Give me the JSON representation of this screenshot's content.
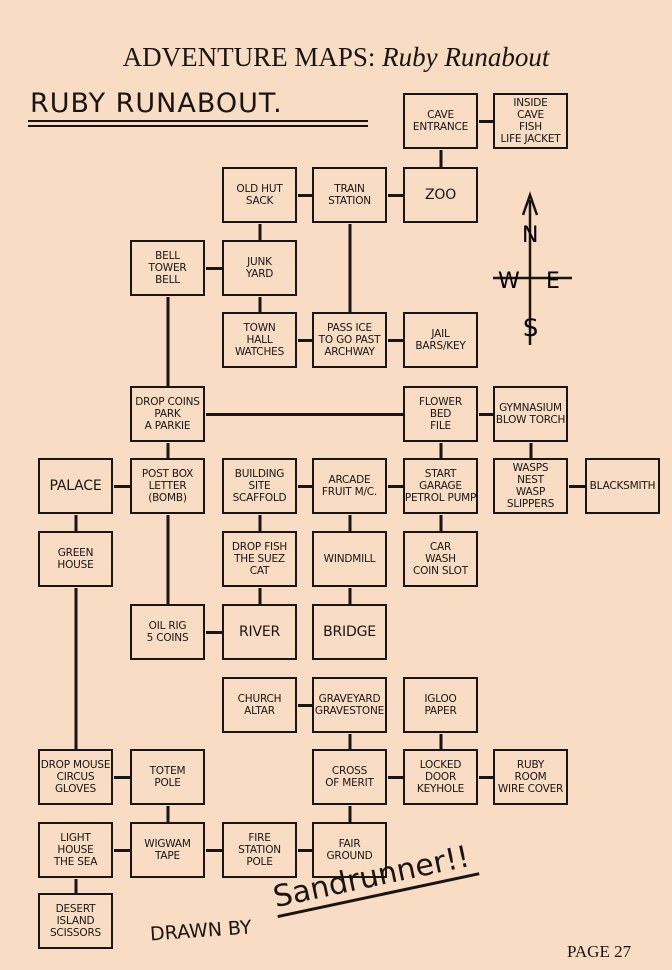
{
  "header": {
    "prefix": "ADVENTURE MAPS: ",
    "title": "Ruby Runabout"
  },
  "map_title": "RUBY  RUNABOUT.",
  "compass": {
    "n": "N",
    "s": "S",
    "e": "E",
    "w": "W"
  },
  "boxes": [
    {
      "id": "cave-entrance",
      "lines": [
        "Cave",
        "Entrance"
      ]
    },
    {
      "id": "inside-cave",
      "lines": [
        "Inside",
        "Cave",
        "Fish",
        "Life Jacket"
      ]
    },
    {
      "id": "old-hut",
      "lines": [
        "Old Hut",
        "Sack"
      ]
    },
    {
      "id": "train-station",
      "lines": [
        "Train",
        "Station"
      ]
    },
    {
      "id": "zoo",
      "lines": [
        "Zoo"
      ],
      "big": true
    },
    {
      "id": "bell-tower",
      "lines": [
        "Bell",
        "Tower",
        "Bell"
      ]
    },
    {
      "id": "junk-yard",
      "lines": [
        "Junk",
        "Yard"
      ]
    },
    {
      "id": "town-hall",
      "lines": [
        "Town",
        "Hall",
        "Watches"
      ]
    },
    {
      "id": "archway",
      "lines": [
        "Pass Ice",
        "To Go Past",
        "Archway"
      ]
    },
    {
      "id": "jail",
      "lines": [
        "Jail",
        "Bars/Key"
      ]
    },
    {
      "id": "park",
      "lines": [
        "Drop Coins",
        "Park",
        "A Parkie"
      ]
    },
    {
      "id": "flower-bed",
      "lines": [
        "Flower",
        "Bed",
        "File"
      ]
    },
    {
      "id": "gymnasium",
      "lines": [
        "Gymnasium",
        "Blow Torch"
      ]
    },
    {
      "id": "palace",
      "lines": [
        "Palace"
      ],
      "big": true
    },
    {
      "id": "post-box",
      "lines": [
        "Post Box",
        "Letter",
        "(Bomb)"
      ]
    },
    {
      "id": "building-site",
      "lines": [
        "Building",
        "Site",
        "Scaffold"
      ]
    },
    {
      "id": "arcade",
      "lines": [
        "Arcade",
        "Fruit M/C."
      ]
    },
    {
      "id": "garage",
      "lines": [
        "Start",
        "Garage",
        "Petrol Pump"
      ]
    },
    {
      "id": "wasps-nest",
      "lines": [
        "Wasps",
        "Nest",
        "Wasp",
        "Slippers"
      ]
    },
    {
      "id": "blacksmith",
      "lines": [
        "Blacksmith"
      ]
    },
    {
      "id": "green-house",
      "lines": [
        "Green",
        "House"
      ]
    },
    {
      "id": "suez",
      "lines": [
        "Drop Fish",
        "The Suez",
        "Cat"
      ]
    },
    {
      "id": "windmill",
      "lines": [
        "Windmill"
      ]
    },
    {
      "id": "car-wash",
      "lines": [
        "Car",
        "Wash",
        "Coin Slot"
      ]
    },
    {
      "id": "oil-rig",
      "lines": [
        "Oil Rig",
        "5 Coins"
      ]
    },
    {
      "id": "river",
      "lines": [
        "River"
      ],
      "big": true
    },
    {
      "id": "bridge",
      "lines": [
        "Bridge"
      ],
      "big": true
    },
    {
      "id": "church",
      "lines": [
        "Church",
        "Altar"
      ]
    },
    {
      "id": "graveyard",
      "lines": [
        "Graveyard",
        "Gravestone"
      ]
    },
    {
      "id": "igloo",
      "lines": [
        "Igloo",
        "Paper"
      ]
    },
    {
      "id": "circus",
      "lines": [
        "Drop Mouse",
        "Circus",
        "Gloves"
      ]
    },
    {
      "id": "totem-pole",
      "lines": [
        "Totem",
        "Pole"
      ]
    },
    {
      "id": "cross-of-merit",
      "lines": [
        "Cross",
        "Of Merit"
      ]
    },
    {
      "id": "locked-door",
      "lines": [
        "Locked",
        "Door",
        "Keyhole"
      ]
    },
    {
      "id": "ruby-room",
      "lines": [
        "Ruby",
        "Room",
        "Wire Cover"
      ]
    },
    {
      "id": "light-house",
      "lines": [
        "Light",
        "House",
        "The Sea"
      ]
    },
    {
      "id": "wigwam",
      "lines": [
        "Wigwam",
        "Tape"
      ]
    },
    {
      "id": "fire-station",
      "lines": [
        "Fire",
        "Station",
        "Pole"
      ]
    },
    {
      "id": "fair-ground",
      "lines": [
        "Fair",
        "Ground"
      ]
    },
    {
      "id": "desert-island",
      "lines": [
        "Desert",
        "Island",
        "Scissors"
      ]
    }
  ],
  "credit": {
    "drawn_by": "DRAWN BY",
    "author": "Sandrunner!!"
  },
  "page_label": "PAGE 27"
}
